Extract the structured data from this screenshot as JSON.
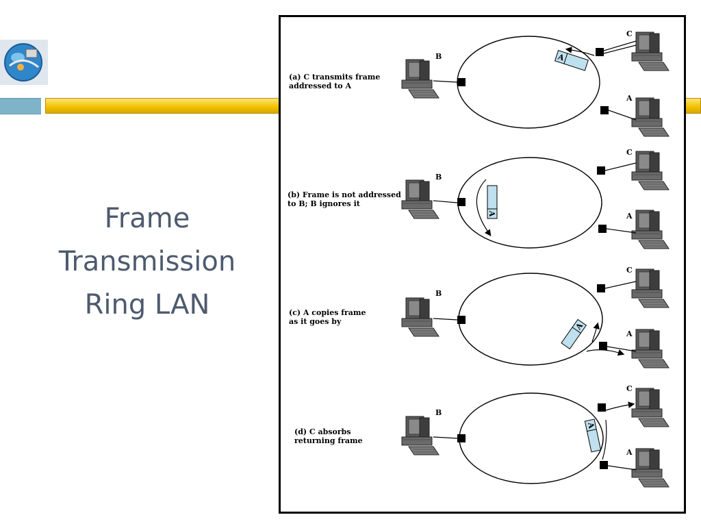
{
  "slide": {
    "title_lines": [
      "Frame",
      "Transmission",
      "Ring LAN"
    ]
  },
  "colors": {
    "title": "#4d5a6e",
    "accent_blue": "#7fb3c8",
    "accent_gold": "#f2c200",
    "frame_fill": "#bfe0ee"
  },
  "diagram": {
    "panels": [
      {
        "caption": [
          "(a) C transmits frame",
          "addressed to A"
        ],
        "labels": {
          "b": "B",
          "c": "C",
          "a": "A"
        },
        "frame_label": "A"
      },
      {
        "caption": [
          "(b) Frame is not addressed",
          "to B; B ignores it"
        ],
        "labels": {
          "b": "B",
          "c": "C",
          "a": "A"
        },
        "frame_label": "A"
      },
      {
        "caption": [
          "(c) A copies frame",
          "as it goes by"
        ],
        "labels": {
          "b": "B",
          "c": "C",
          "a": "A"
        },
        "frame_label": "A"
      },
      {
        "caption": [
          "(d) C absorbs",
          "returning frame"
        ],
        "labels": {
          "b": "B",
          "c": "C",
          "a": "A"
        },
        "frame_label": "A"
      }
    ]
  }
}
